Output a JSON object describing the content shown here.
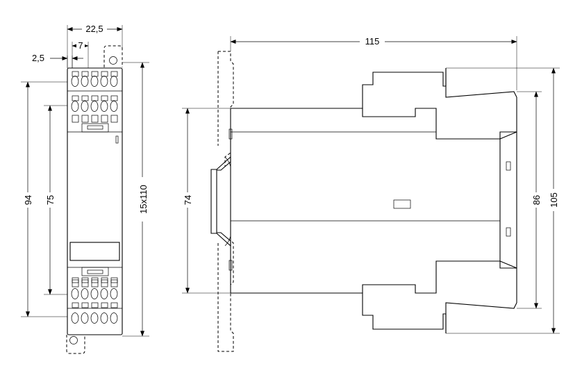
{
  "front_view": {
    "width_label": "22,5",
    "pitch_label": "7",
    "offset_label": "2,5",
    "outer_height_label": "94",
    "inner_height_label": "75",
    "total_height_label": "15x110"
  },
  "side_view": {
    "depth_label": "115",
    "rail_height_label": "74",
    "body_height_label": "86",
    "total_height_label": "105"
  }
}
